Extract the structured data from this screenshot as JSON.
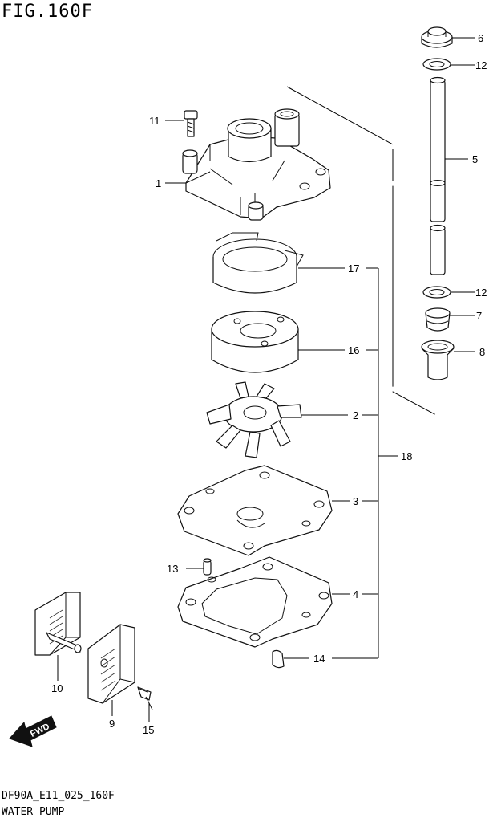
{
  "figure_title": "FIG.160F",
  "drawing_code": "DF90A_E11_025_160F",
  "caption": "WATER PUMP",
  "fwd_label": "FWD",
  "callouts": {
    "p1": "1",
    "p2": "2",
    "p3": "3",
    "p4": "4",
    "p5": "5",
    "p6": "6",
    "p7": "7",
    "p8": "8",
    "p9": "9",
    "p10": "10",
    "p11": "11",
    "p12a": "12",
    "p12b": "12",
    "p13": "13",
    "p14": "14",
    "p15": "15",
    "p16": "16",
    "p17": "17",
    "p18": "18"
  }
}
